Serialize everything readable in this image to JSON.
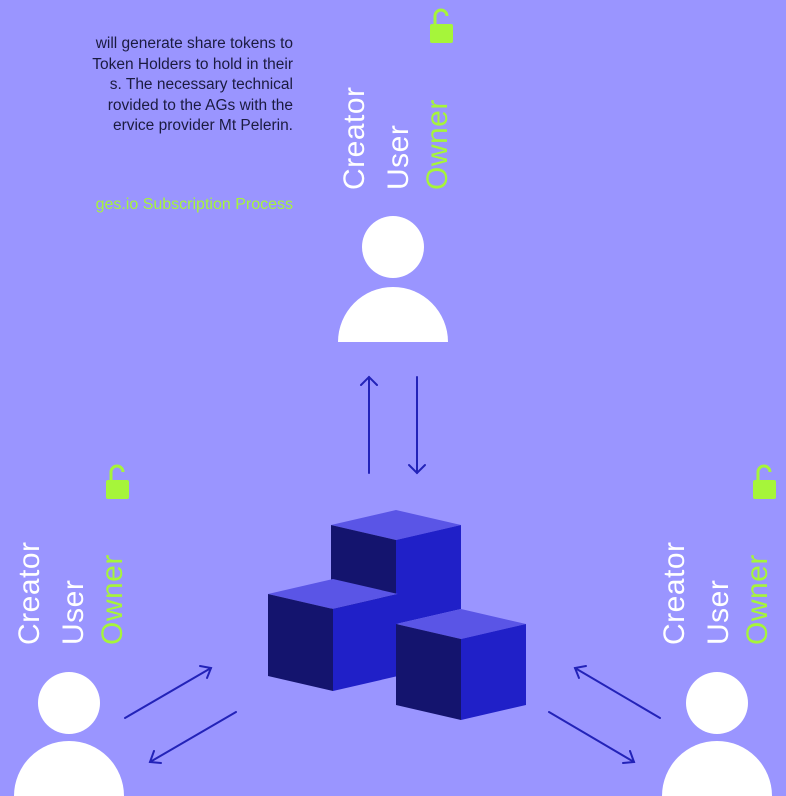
{
  "intro": {
    "lines": [
      "will generate share tokens to",
      "Token Holders to hold in their",
      "s. The necessary technical",
      "rovided to the AGs with the",
      "ervice provider Mt Pelerin."
    ],
    "link": "ges.io Subscription Process"
  },
  "nodes": {
    "top": {
      "creator": "Creator",
      "user": "User",
      "owner": "Owner"
    },
    "left": {
      "creator": "Creator",
      "user": "User",
      "owner": "Owner"
    },
    "right": {
      "creator": "Creator",
      "user": "User",
      "owner": "Owner"
    }
  },
  "colors": {
    "background": "#9a95ff",
    "accent": "#a6f53a",
    "arrow": "#2323b8",
    "cube_dark": "#14146e",
    "cube_mid": "#2020c8",
    "cube_top": "#5a55e6"
  },
  "icons": [
    "lock-icon",
    "person-icon",
    "arrow-icon",
    "cube-icon"
  ]
}
